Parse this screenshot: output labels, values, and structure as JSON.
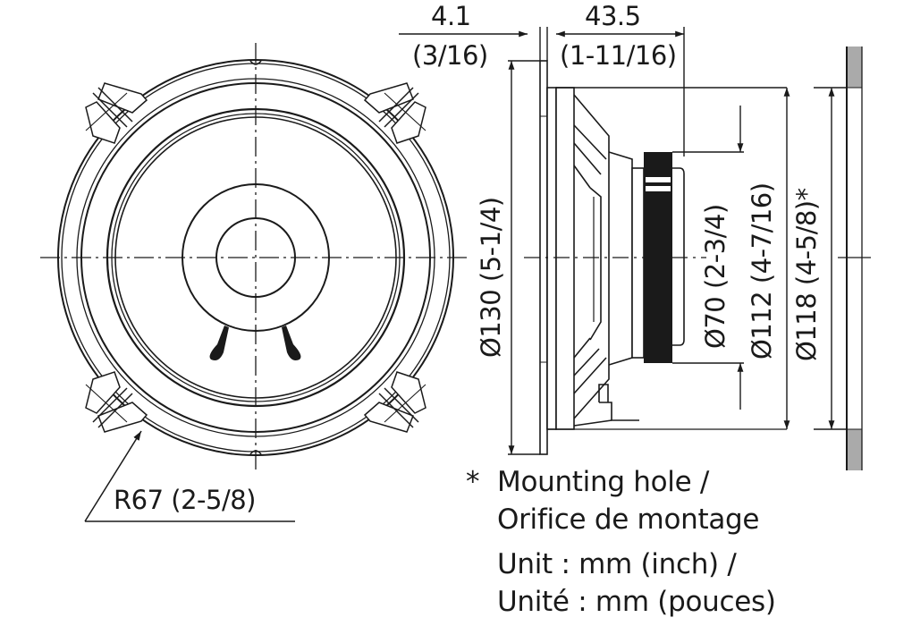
{
  "diagram": {
    "title": "Speaker dimension drawing",
    "views": [
      "front-view",
      "side-view",
      "mounting-cutout"
    ],
    "colors": {
      "line": "#1a1a1a",
      "magnet": "#1a1a1a",
      "panel": "#aaaaaa",
      "background": "#ffffff"
    }
  },
  "dimensions": {
    "flange_thickness": {
      "value": "4.1",
      "inch": "(3/16)"
    },
    "mount_depth": {
      "value": "43.5",
      "inch": "(1-11/16)"
    },
    "outer_diameter": {
      "label": "Ø130 (5-1/4)"
    },
    "magnet_diameter": {
      "label": "Ø70 (2-3/4)"
    },
    "basket_diameter": {
      "label": "Ø112 (4-7/16)"
    },
    "mounting_hole_diameter": {
      "label": "Ø118 (4-5/8)*"
    },
    "radius": {
      "label": "R67 (2-5/8)"
    }
  },
  "notes": {
    "asterisk": "*",
    "mounting_hole_en": "Mounting hole /",
    "mounting_hole_fr": "Orifice de montage",
    "unit_en": "Unit : mm (inch) /",
    "unit_fr": "Unité : mm (pouces)"
  }
}
